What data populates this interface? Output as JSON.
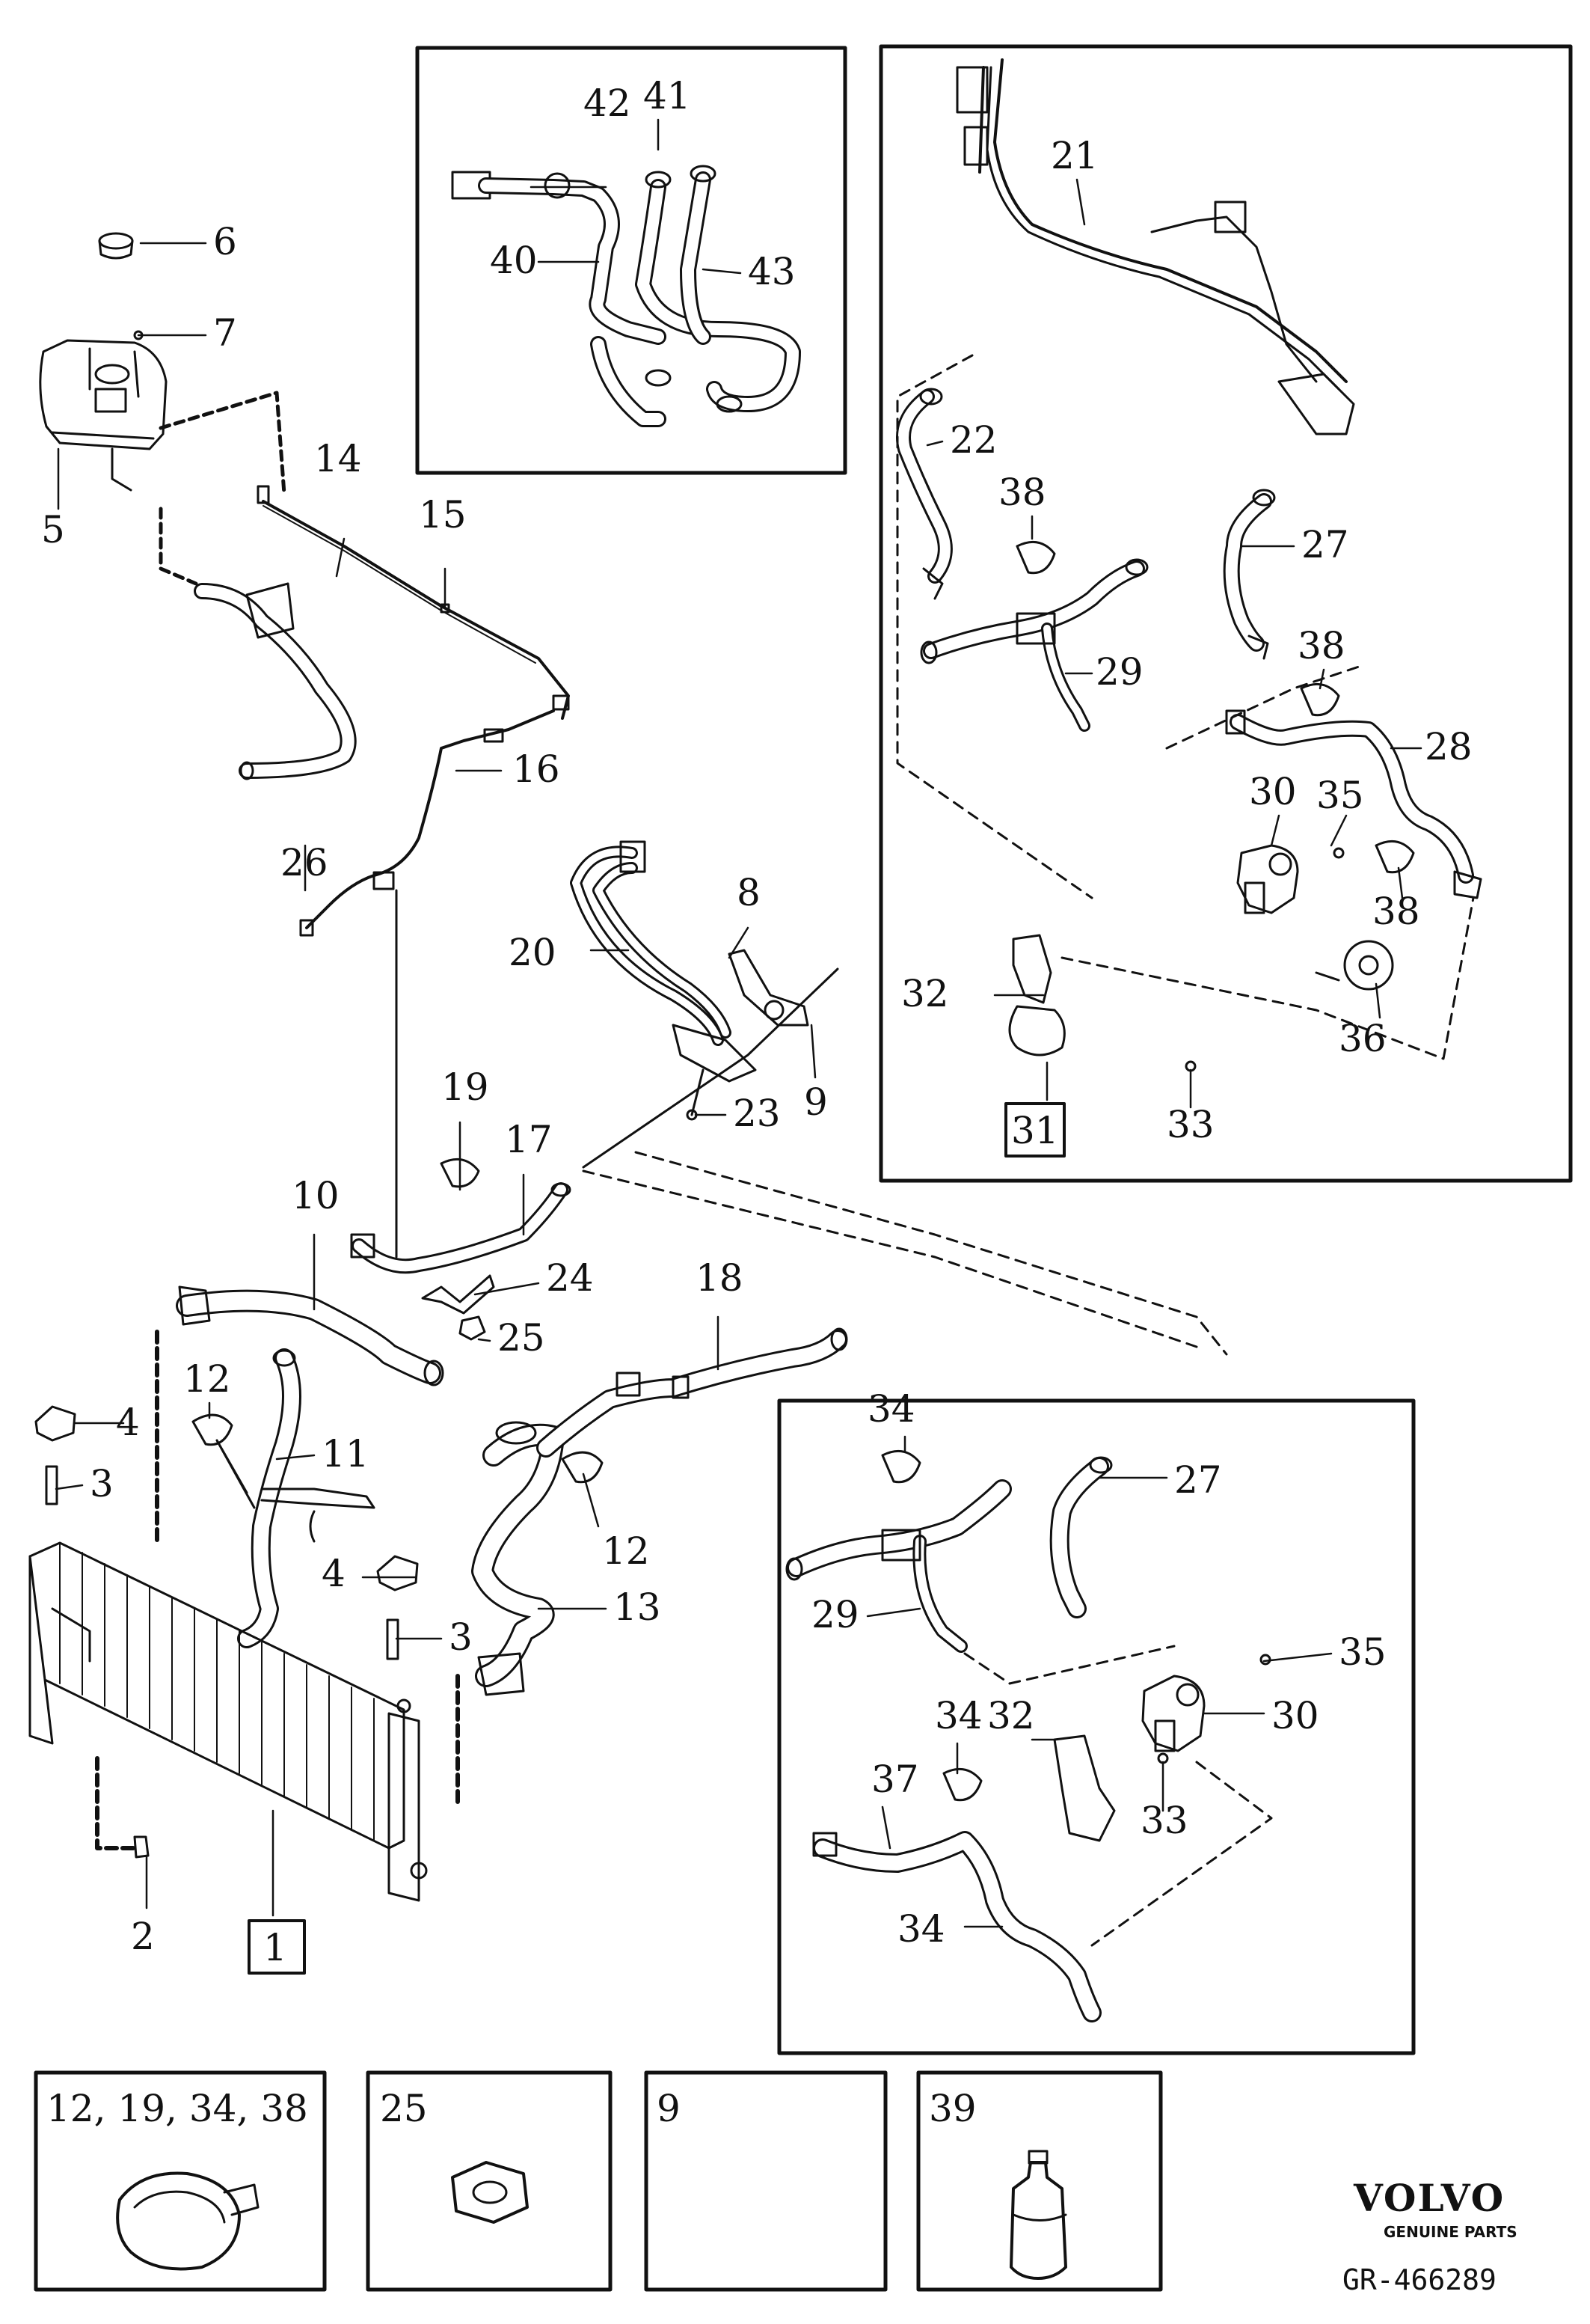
{
  "labels": {
    "p1": "1",
    "p2": "2",
    "p3a": "3",
    "p3b": "3",
    "p4a": "4",
    "p4b": "4",
    "p5": "5",
    "p6": "6",
    "p7": "7",
    "p8": "8",
    "p9": "9",
    "p10": "10",
    "p11": "11",
    "p12a": "12",
    "p12b": "12",
    "p13": "13",
    "p14": "14",
    "p15": "15",
    "p16": "16",
    "p17": "17",
    "p18": "18",
    "p19": "19",
    "p20": "20",
    "p23": "23",
    "p24": "24",
    "p25": "25",
    "p26": "26",
    "q40": "40",
    "q41": "41",
    "q42": "42",
    "q43": "43",
    "r21": "21",
    "r22": "22",
    "r27": "27",
    "r28": "28",
    "r29": "29",
    "r30": "30",
    "r31": "31",
    "r32": "32",
    "r33": "33",
    "r35": "35",
    "r36": "36",
    "r38a": "38",
    "r38b": "38",
    "r38c": "38",
    "s27": "27",
    "s29": "29",
    "s30": "30",
    "s32": "32",
    "s33": "33",
    "s34a": "34",
    "s34b": "34",
    "s34c": "34",
    "s35": "35",
    "s37": "37"
  },
  "bottom_boxes": {
    "clamps": "12, 19, 34, 38",
    "nut": "25",
    "empty": "9",
    "coolant": "39"
  },
  "brand": {
    "name": "VOLVO",
    "subtitle": "GENUINE PARTS",
    "ref": "GR-466289"
  }
}
